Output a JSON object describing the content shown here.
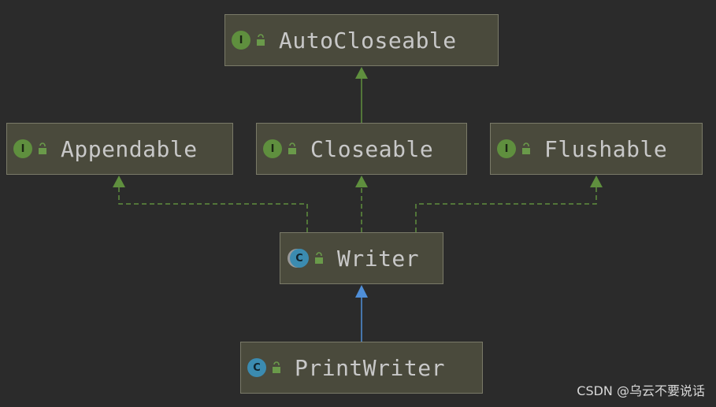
{
  "diagram": {
    "nodes": [
      {
        "id": "autocloseable",
        "label": "AutoCloseable",
        "kind": "interface",
        "badge": "I",
        "icon": "interface-icon"
      },
      {
        "id": "appendable",
        "label": "Appendable",
        "kind": "interface",
        "badge": "I",
        "icon": "interface-icon"
      },
      {
        "id": "closeable",
        "label": "Closeable",
        "kind": "interface",
        "badge": "I",
        "icon": "interface-icon"
      },
      {
        "id": "flushable",
        "label": "Flushable",
        "kind": "interface",
        "badge": "I",
        "icon": "interface-icon"
      },
      {
        "id": "writer",
        "label": "Writer",
        "kind": "abstract-class",
        "badge": "C",
        "icon": "abstract-class-icon"
      },
      {
        "id": "printwriter",
        "label": "PrintWriter",
        "kind": "class",
        "badge": "C",
        "icon": "class-icon"
      }
    ],
    "edges": [
      {
        "from": "closeable",
        "to": "autocloseable",
        "type": "extends"
      },
      {
        "from": "writer",
        "to": "appendable",
        "type": "implements"
      },
      {
        "from": "writer",
        "to": "closeable",
        "type": "implements"
      },
      {
        "from": "writer",
        "to": "flushable",
        "type": "implements"
      },
      {
        "from": "printwriter",
        "to": "writer",
        "type": "extends"
      }
    ],
    "colors": {
      "background": "#2b2b2b",
      "interface_extends": "#5f8f3e",
      "implements": "#5f8f3e",
      "class_extends": "#4f8fd8"
    }
  },
  "watermark": "CSDN @乌云不要说话"
}
